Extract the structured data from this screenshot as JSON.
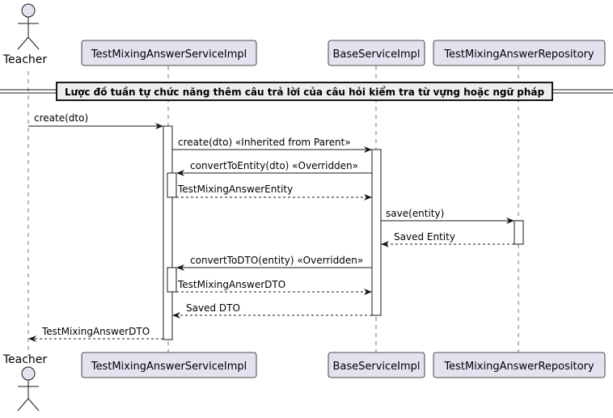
{
  "actor": {
    "top_label": "Teacher",
    "bottom_label": "Teacher"
  },
  "participants": [
    {
      "id": "service",
      "label": "TestMixingAnswerServiceImpl"
    },
    {
      "id": "base",
      "label": "BaseServiceImpl"
    },
    {
      "id": "repository",
      "label": "TestMixingAnswerRepository"
    }
  ],
  "divider": {
    "label": "Lược đồ tuần tự chức năng thêm câu trả lời của câu hỏi kiểm tra từ vựng hoặc ngữ pháp"
  },
  "messages": [
    {
      "label": "create(dto)",
      "kind": "call"
    },
    {
      "label": "create(dto) «Inherited from Parent»",
      "kind": "call"
    },
    {
      "label": "convertToEntity(dto) «Overridden»",
      "kind": "call"
    },
    {
      "label": "TestMixingAnswerEntity",
      "kind": "return"
    },
    {
      "label": "save(entity)",
      "kind": "call"
    },
    {
      "label": "Saved Entity",
      "kind": "return"
    },
    {
      "label": "convertToDTO(entity) «Overridden»",
      "kind": "call"
    },
    {
      "label": "TestMixingAnswerDTO",
      "kind": "return"
    },
    {
      "label": "Saved DTO",
      "kind": "return"
    },
    {
      "label": "TestMixingAnswerDTO",
      "kind": "return"
    }
  ],
  "colors": {
    "participant_fill": "#E2E2F0",
    "participant_border": "#181818",
    "lifeline": "#181818",
    "activation_fill": "#FFFFFF",
    "divider_fill": "#EEEEEE",
    "arrow": "#181818"
  }
}
